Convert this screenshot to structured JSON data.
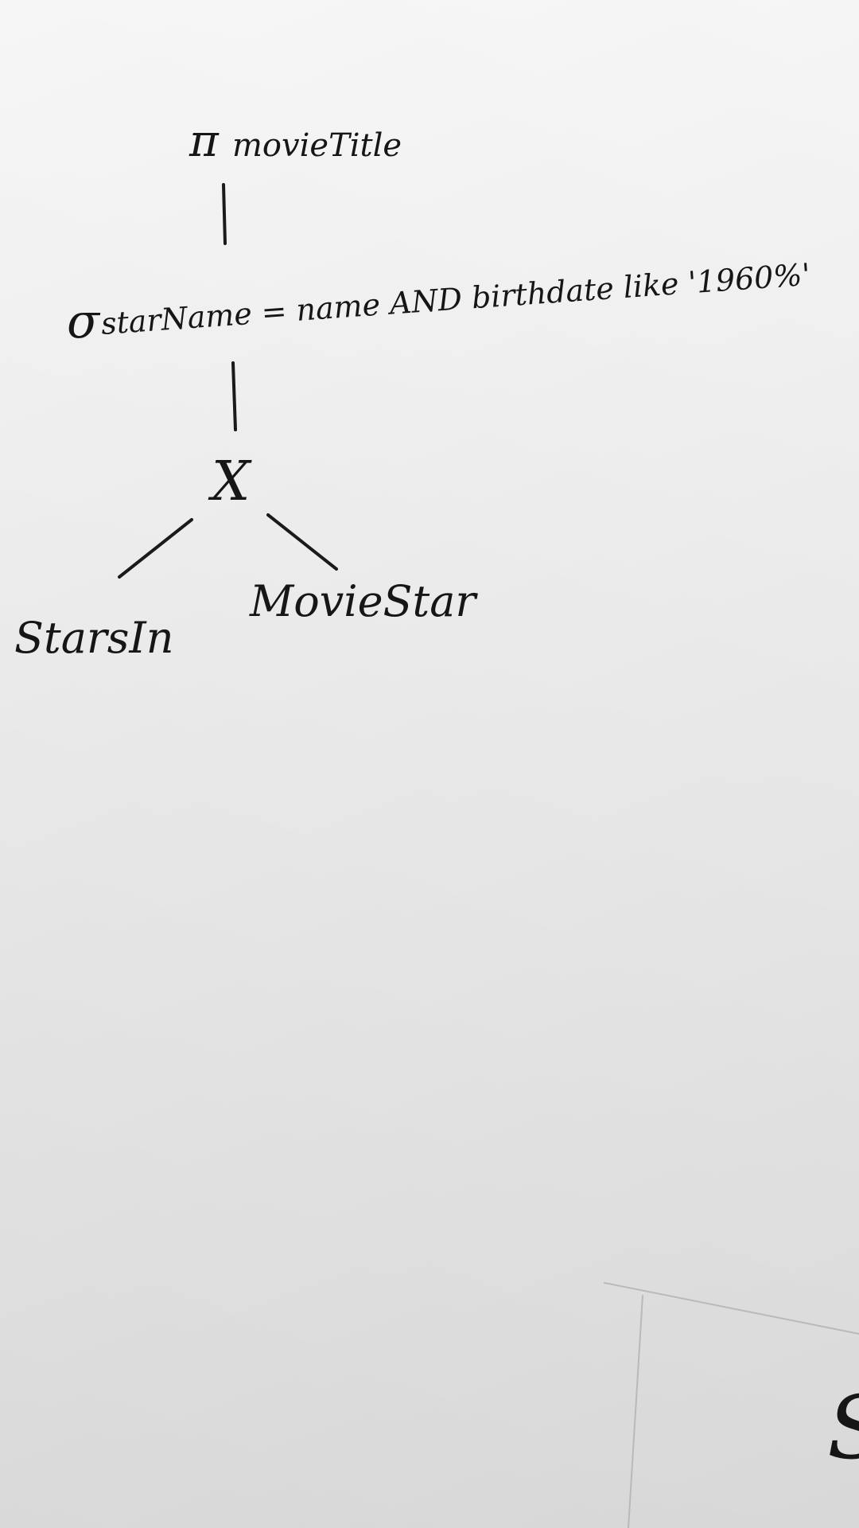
{
  "diagram": {
    "projection": {
      "symbol": "π",
      "attribute": "movieTitle"
    },
    "selection": {
      "symbol": "σ",
      "condition": "starName = name AND birthdate like '1960%'"
    },
    "product": {
      "symbol": "X"
    },
    "leaves": {
      "left": "StarsIn",
      "right": "MovieStar"
    }
  },
  "page_corner_mark": "S"
}
